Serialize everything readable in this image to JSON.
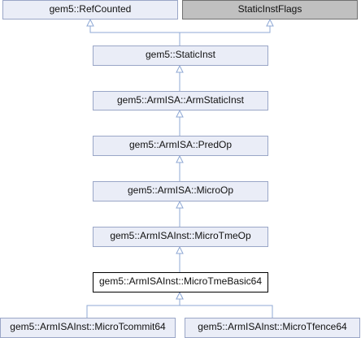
{
  "nodes": {
    "refcounted": "gem5::RefCounted",
    "staticinstflags": "StaticInstFlags",
    "staticinst": "gem5::StaticInst",
    "armstaticinst": "gem5::ArmISA::ArmStaticInst",
    "predop": "gem5::ArmISA::PredOp",
    "microop": "gem5::ArmISA::MicroOp",
    "microtmeop": "gem5::ArmISAInst::MicroTmeOp",
    "microtmebasic64": "gem5::ArmISAInst::MicroTmeBasic64",
    "microtcommit64": "gem5::ArmISAInst::MicroTcommit64",
    "microtfence64": "gem5::ArmISAInst::MicroTfence64"
  },
  "colors": {
    "node_fill": "#eaedf7",
    "node_border": "#9aa6c7",
    "external_fill": "#c0c0c0",
    "current_border": "#000000",
    "edge": "#8fa8d4"
  }
}
